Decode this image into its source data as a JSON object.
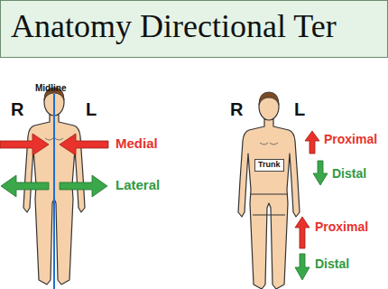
{
  "diagram": {
    "title": "Anatomy Directional Ter",
    "nodes": [
      {
        "text": [
          "Trunk"
        ]
      }
    ],
    "labels": [
      "Midline",
      "R",
      "L",
      "Medial",
      "Lateral",
      "R",
      "L",
      "Proximal",
      "Distal",
      "Proximal",
      "Distal"
    ]
  }
}
